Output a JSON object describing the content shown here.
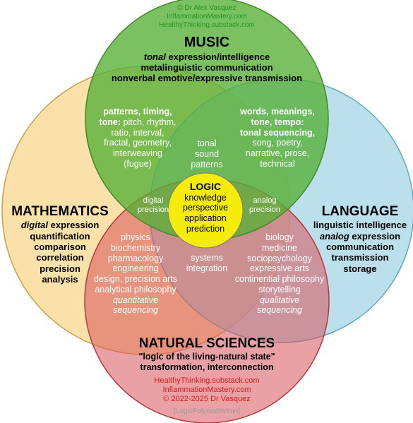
{
  "credits_top": [
    "© Dr Alex Vasquez",
    "InflammationMastery.com",
    "HealthyThinking.substack.com"
  ],
  "music": {
    "title": "MUSIC",
    "line1_italic": "tonal",
    "line1_rest": " expression/intelligence",
    "line2": "metalinguistic communication",
    "line3": "nonverbal emotive/expressive transmission"
  },
  "mathematics": {
    "title": "MATHEMATICS",
    "line1_italic": "digital",
    "line1_rest": " expression",
    "lines": [
      "quantification",
      "comparison",
      "correlation",
      "precision",
      "analysis"
    ]
  },
  "language": {
    "title": "LANGUAGE",
    "line1": "linguistic intelligence",
    "line2_italic": "analog",
    "line2_rest": " expression",
    "lines": [
      "communication",
      "transmission",
      "storage"
    ]
  },
  "natural_sciences": {
    "title": "NATURAL SCIENCES",
    "line1": "\"logic of the living-natural state\"",
    "line2": "transformation, interconnection"
  },
  "music_math": {
    "bold_lines": [
      "patterns, timing,",
      "tone:"
    ],
    "tone_rest": " pitch, rhythm,",
    "lines": [
      "ratio, interval,",
      "fractal, geometry,",
      "interweaving",
      "(fugue)"
    ]
  },
  "music_language": {
    "bold_lines": [
      "words, meanings,",
      "tone, tempo:",
      "tonal sequencing,"
    ],
    "lines": [
      "song, poetry,",
      "narrative, prose,",
      "technical"
    ]
  },
  "music_center": [
    "tonal",
    "sound",
    "patterns"
  ],
  "math_center": [
    "digital",
    "precision"
  ],
  "language_center": [
    "analog",
    "precision"
  ],
  "science_center": [
    "systems",
    "integration"
  ],
  "math_science": {
    "lines": [
      "physics",
      "biochemistry",
      "pharmacology",
      "engineering",
      "design, precision arts",
      "analytical philosophy"
    ],
    "italic_lines": [
      "quantitative",
      "sequencing"
    ]
  },
  "language_science": {
    "lines": [
      "biology",
      "medicine",
      "sociopsychology",
      "expressive arts",
      "continential philosophy",
      "storytelling"
    ],
    "italic_lines": [
      "qualitative",
      "sequencing"
    ]
  },
  "logic": {
    "title": "LOGIC",
    "lines": [
      "knowledge",
      "perspective",
      "application",
      "prediction"
    ]
  },
  "credits_bottom": [
    "HealthyThinking.substack.com",
    "InflammationMastery.com",
    "© 2022-2025 Dr Vasquez"
  ],
  "tag": "[LogicPolymathVenn]",
  "colors": {
    "music": "#56b036",
    "mathematics": "#f7d78c",
    "language": "#9fd3e3",
    "science": "#d9545b",
    "logic": "#f5ec0c",
    "credit_green": "#1c9a1c",
    "credit_red": "#d11c1c",
    "tag_gray": "#999999"
  }
}
